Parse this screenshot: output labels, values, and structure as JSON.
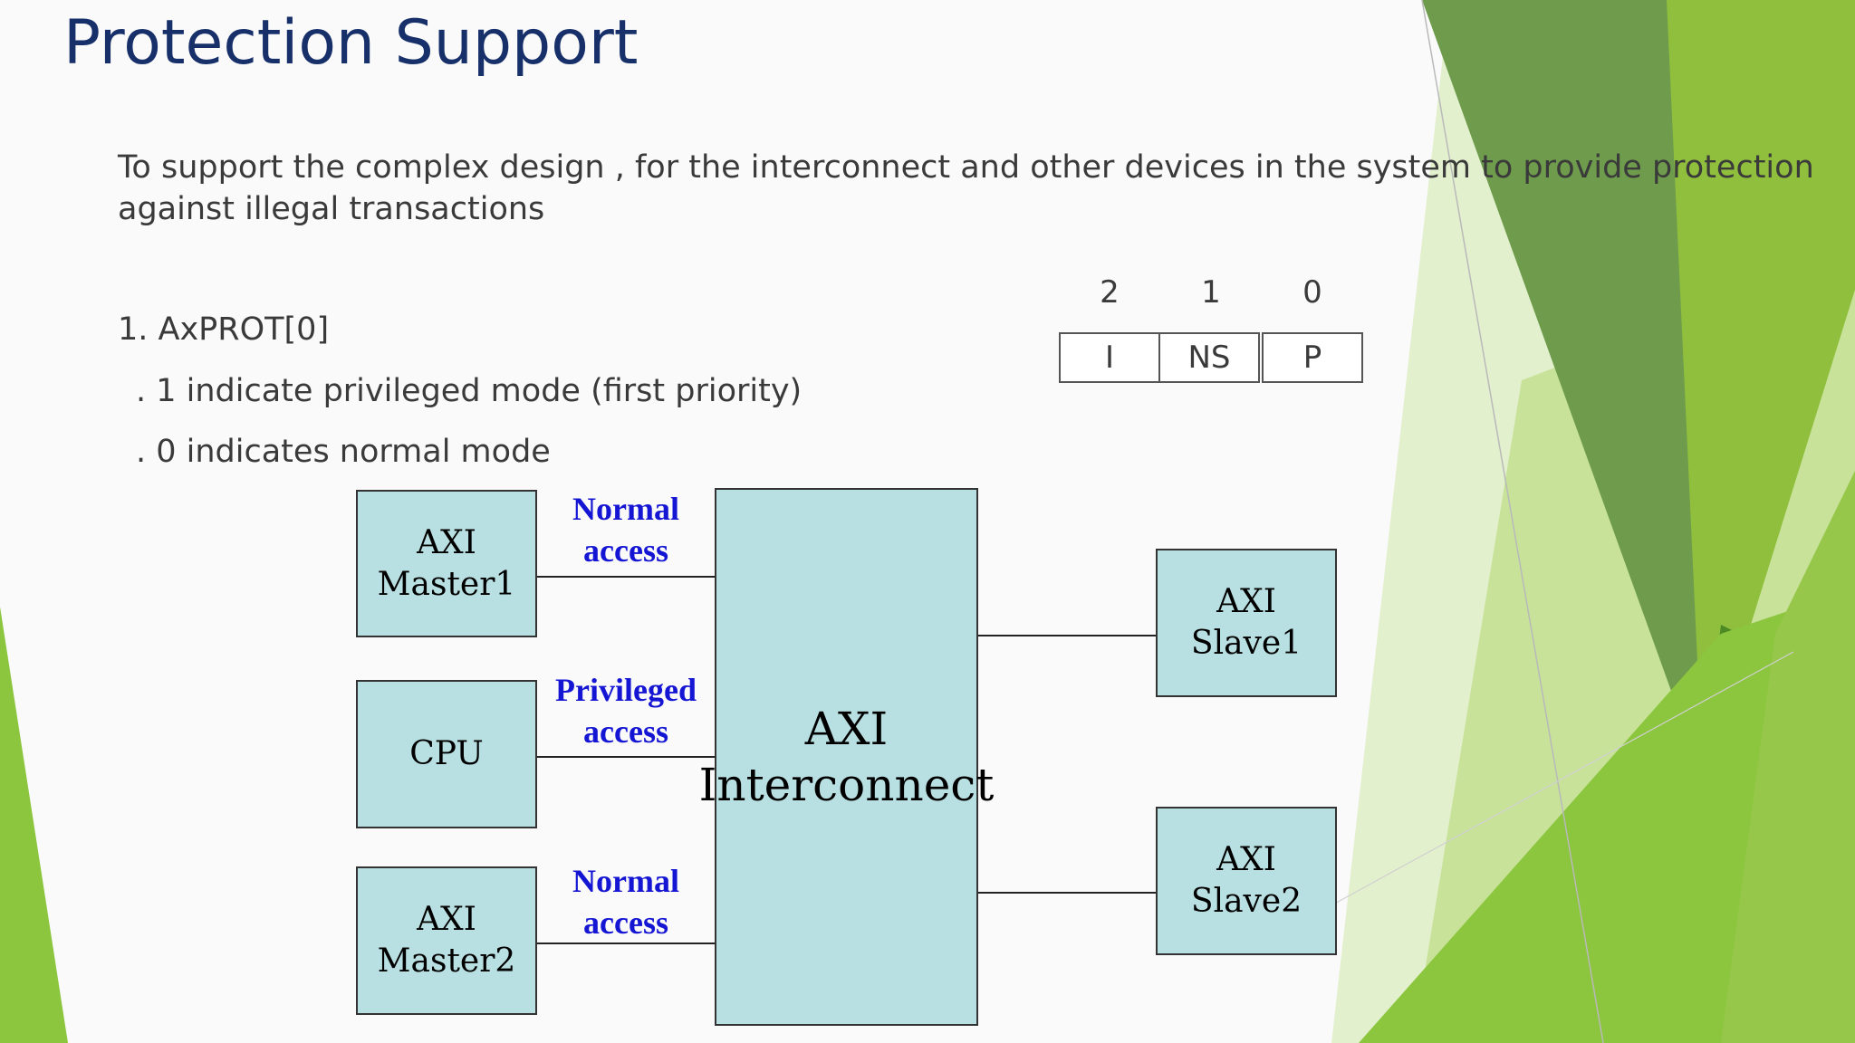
{
  "slide": {
    "title": "Protection Support",
    "paragraph": "To support the complex design , for the interconnect and other devices in the system to provide protection against illegal transactions",
    "list_heading": "1. AxPROT[0]",
    "bullets": [
      ". 1 indicate privileged mode (first priority)",
      ". 0 indicates normal mode"
    ]
  },
  "prot_bits": {
    "numbers": [
      "2",
      "1",
      "0"
    ],
    "fields": [
      "I",
      "NS",
      "P"
    ]
  },
  "diagram": {
    "nodes": {
      "master1": [
        "AXI",
        "Master1"
      ],
      "cpu": [
        "CPU"
      ],
      "master2": [
        "AXI",
        "Master2"
      ],
      "interconnect": [
        "AXI",
        "Interconnect"
      ],
      "slave1": [
        "AXI",
        "Slave1"
      ],
      "slave2": [
        "AXI",
        "Slave2"
      ]
    },
    "edge_labels": {
      "master1": [
        "Normal",
        "access"
      ],
      "cpu": [
        "Privileged",
        "access"
      ],
      "master2": [
        "Normal",
        "access"
      ]
    },
    "edges": [
      {
        "from": "master1",
        "to": "interconnect"
      },
      {
        "from": "cpu",
        "to": "interconnect"
      },
      {
        "from": "master2",
        "to": "interconnect"
      },
      {
        "from": "interconnect",
        "to": "slave1"
      },
      {
        "from": "interconnect",
        "to": "slave2"
      }
    ],
    "colors": {
      "node_fill": "#b8dfe1",
      "label_text": "#1515d4"
    }
  },
  "theme": {
    "title_color": "#17306a",
    "accent_greens": [
      "#8cc63f",
      "#6fa33a",
      "#4f8a2b",
      "#a6cf5a",
      "#dbeebb"
    ]
  }
}
